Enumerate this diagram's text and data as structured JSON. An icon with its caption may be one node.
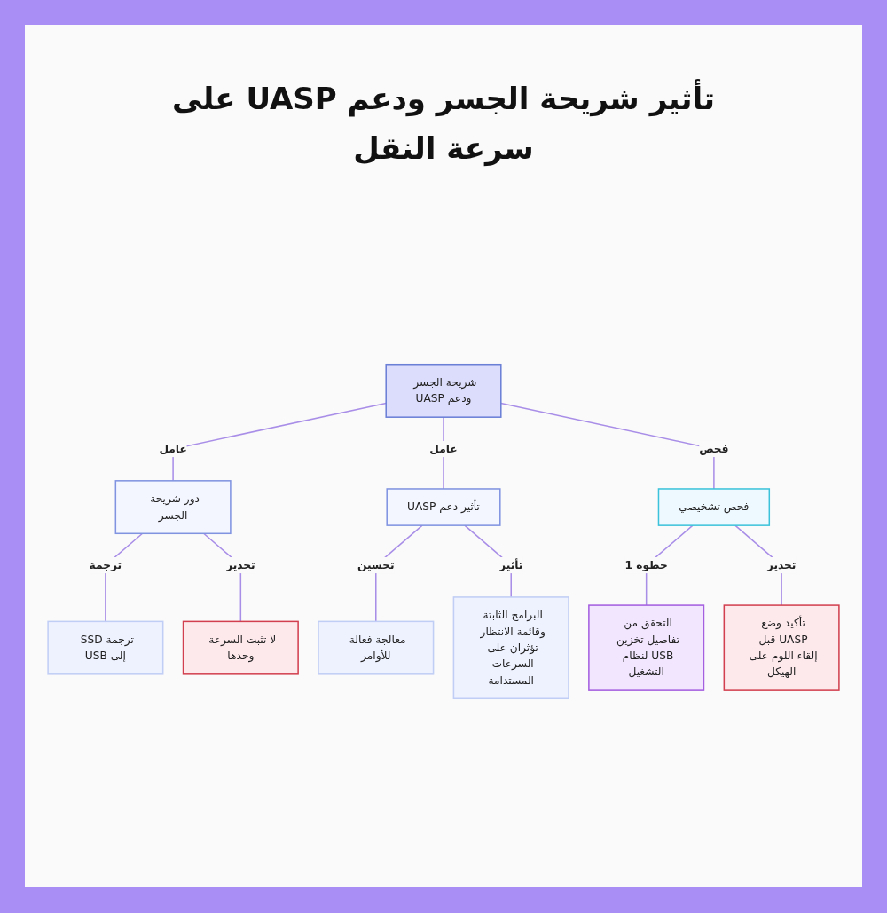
{
  "diagram": {
    "title": "تأثير شريحة الجسر ودعم UASP على سرعة النقل",
    "nodes": [
      {
        "text": [
          "شريحة الجسر ودعم UASP"
        ]
      },
      {
        "text": [
          "دور شريحة الجسر"
        ]
      },
      {
        "text": [
          "تأثير دعم UASP"
        ]
      },
      {
        "text": [
          "فحص تشخيصي"
        ]
      },
      {
        "text": [
          "ترجمة SSD إلى USB"
        ]
      },
      {
        "text": [
          "لا تثبت السرعة وحدها"
        ]
      },
      {
        "text": [
          "معالجة فعالة للأوامر"
        ]
      },
      {
        "text": [
          "البرامج الثابتة وقائمة الانتظار تؤثران على السرعات المستدامة"
        ]
      },
      {
        "text": [
          "التحقق من تفاصيل تخزين USB لنظام التشغيل"
        ]
      },
      {
        "text": [
          "تأكيد وضع UASP قبل إلقاء اللوم على الهيكل"
        ]
      }
    ],
    "edges": [
      {
        "from": 0,
        "to": 1,
        "arrow": "none",
        "label": "عامل"
      },
      {
        "from": 0,
        "to": 2,
        "arrow": "none",
        "label": "عامل"
      },
      {
        "from": 0,
        "to": 3,
        "arrow": "none",
        "label": "فحص"
      },
      {
        "from": 1,
        "to": 4,
        "arrow": "none",
        "label": "ترجمة"
      },
      {
        "from": 1,
        "to": 5,
        "arrow": "none",
        "label": "تحذير"
      },
      {
        "from": 2,
        "to": 6,
        "arrow": "none",
        "label": "تحسين"
      },
      {
        "from": 2,
        "to": 7,
        "arrow": "none",
        "label": "تأثير"
      },
      {
        "from": 3,
        "to": 8,
        "arrow": "none",
        "label": "خطوة 1"
      },
      {
        "from": 3,
        "to": 9,
        "arrow": "none",
        "label": "تحذير"
      }
    ]
  }
}
